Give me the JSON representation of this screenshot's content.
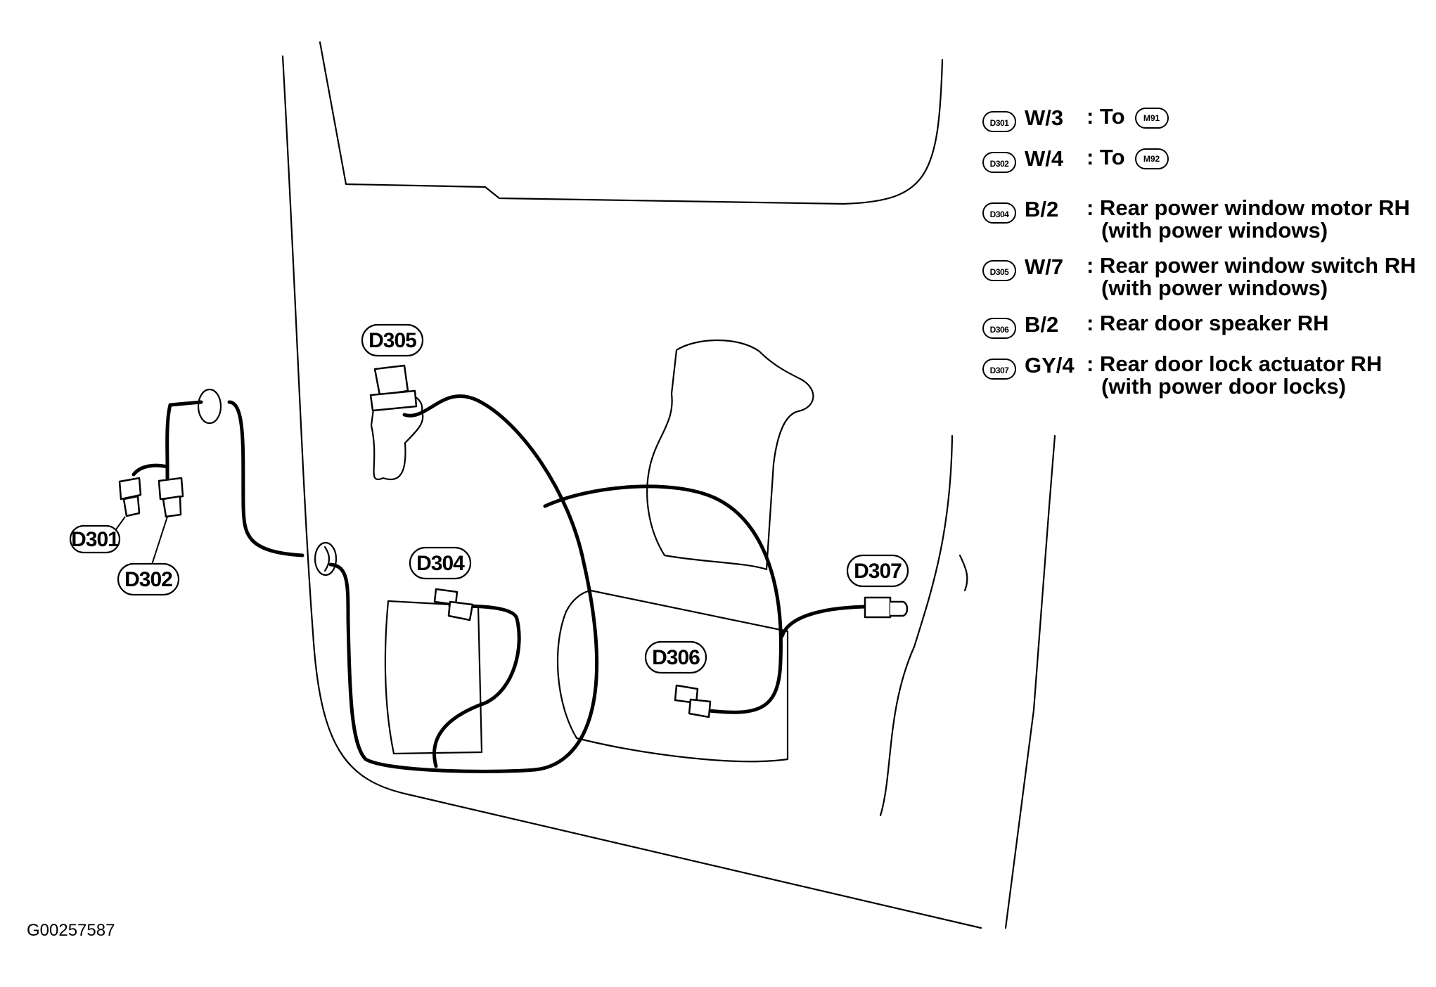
{
  "callouts": {
    "d301": "D301",
    "d302": "D302",
    "d304": "D304",
    "d305": "D305",
    "d306": "D306",
    "d307": "D307"
  },
  "legend": [
    {
      "connector": "D301",
      "code": "W/3",
      "prefix": ": To",
      "destination": "M91",
      "note": ""
    },
    {
      "connector": "D302",
      "code": "W/4",
      "prefix": ": To",
      "destination": "M92",
      "note": ""
    },
    {
      "connector": "D304",
      "code": "B/2",
      "prefix": ": Rear power window motor RH",
      "destination": "",
      "note": "(with power windows)"
    },
    {
      "connector": "D305",
      "code": "W/7",
      "prefix": ": Rear power window switch RH",
      "destination": "",
      "note": "(with power windows)"
    },
    {
      "connector": "D306",
      "code": "B/2",
      "prefix": ": Rear door speaker RH",
      "destination": "",
      "note": ""
    },
    {
      "connector": "D307",
      "code": "GY/4",
      "prefix": ": Rear door lock actuator RH",
      "destination": "",
      "note": "(with power door locks)"
    }
  ],
  "figure_id": "G00257587"
}
